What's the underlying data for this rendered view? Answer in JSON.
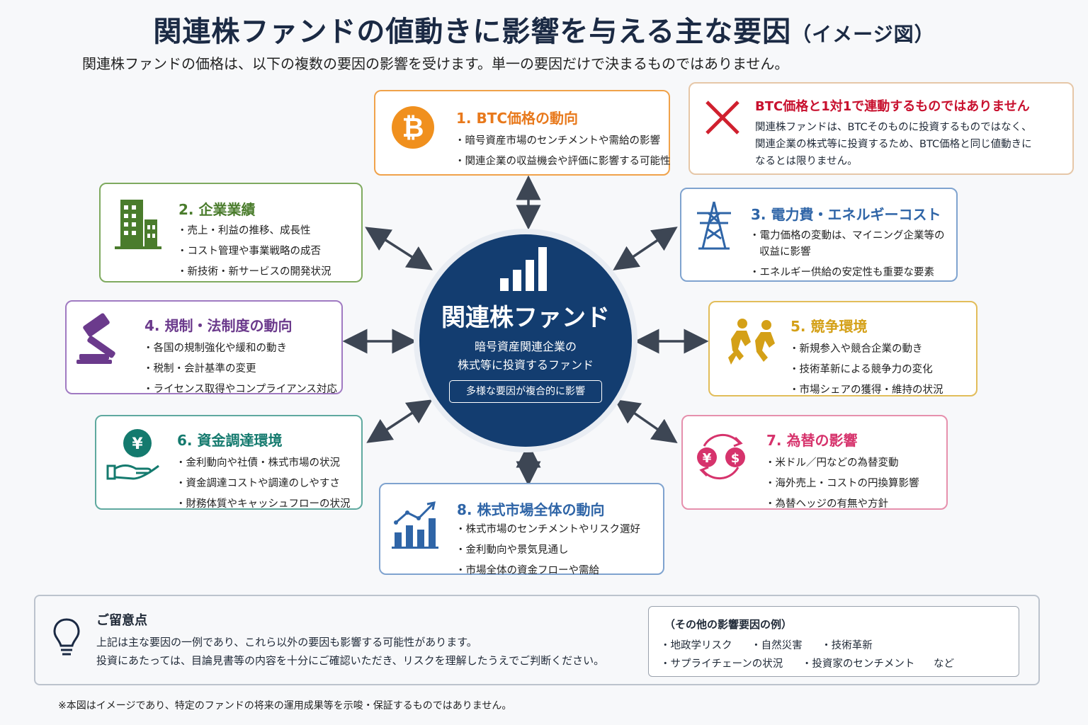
{
  "title": "関連株ファンドの値動きに影響を与える主な要因",
  "title_suffix": "（イメージ図）",
  "intro": "関連株ファンドの価格は、以下の複数の要因の影響を受けます。単一の要因だけで決まるものではありません。",
  "center": {
    "title": "関連株ファンド",
    "subtitle_line1": "暗号資産関連企業の",
    "subtitle_line2": "株式等に投資するファンド",
    "badge": "多様な要因が複合的に影響"
  },
  "warning": {
    "title": "BTC価格と1対1で連動するものではありません",
    "lines": [
      "関連株ファンドは、BTCそのものに投資するものではなく、",
      "関連企業の株式等に投資するため、BTC価格と同じ値動きに",
      "なるとは限りません。"
    ],
    "color": "#c8102e"
  },
  "factors": [
    {
      "title": "1. BTC価格の動向",
      "color": "#e8791c",
      "icon": "bitcoin-icon",
      "items": [
        "暗号資産市場のセンチメントや需給の影響",
        "関連企業の収益機会や評価に影響する可能性"
      ]
    },
    {
      "title": "2. 企業業績",
      "color": "#4a7c2c",
      "icon": "building-icon",
      "items": [
        "売上・利益の推移、成長性",
        "コスト管理や事業戦略の成否",
        "新技術・新サービスの開発状況"
      ]
    },
    {
      "title": "3. 電力費・エネルギーコスト",
      "color": "#2f65a7",
      "icon": "power-tower-icon",
      "items": [
        "電力価格の変動は、マイニング企業等の",
        "エネルギー供給の安定性も重要な要素"
      ],
      "item0_cont": "収益に影響"
    },
    {
      "title": "4. 規制・法制度の動向",
      "color": "#6b3a8c",
      "icon": "gavel-icon",
      "items": [
        "各国の規制強化や緩和の動き",
        "税制・会計基準の変更",
        "ライセンス取得やコンプライアンス対応"
      ]
    },
    {
      "title": "5. 競争環境",
      "color": "#d4a017",
      "icon": "runners-icon",
      "items": [
        "新規参入や競合企業の動き",
        "技術革新による競争力の変化",
        "市場シェアの獲得・維持の状況"
      ]
    },
    {
      "title": "6. 資金調達環境",
      "color": "#147a6e",
      "icon": "yen-hand-icon",
      "items": [
        "金利動向や社債・株式市場の状況",
        "資金調達コストや調達のしやすさ",
        "財務体質やキャッシュフローの状況"
      ]
    },
    {
      "title": "7. 為替の影響",
      "color": "#d6336c",
      "icon": "currency-exchange-icon",
      "items": [
        "米ドル／円などの為替変動",
        "海外売上・コストの円換算影響",
        "為替ヘッジの有無や方針"
      ]
    },
    {
      "title": "8. 株式市場全体の動向",
      "color": "#2f65a7",
      "icon": "growth-chart-icon",
      "items": [
        "株式市場のセンチメントやリスク選好",
        "金利動向や景気見通し",
        "市場全体の資金フローや需給"
      ]
    }
  ],
  "note": {
    "title": "ご留意点",
    "line1": "上記は主な要因の一例であり、これら以外の要因も影響する可能性があります。",
    "line2": "投資にあたっては、目論見書等の内容を十分にご確認いただき、リスクを理解したうえでご判断ください。",
    "icon": "lightbulb-icon"
  },
  "other": {
    "title": "（その他の影響要因の例）",
    "items": [
      "地政学リスク",
      "自然災害",
      "技術革新",
      "サプライチェーンの状況",
      "投資家のセンチメント"
    ],
    "suffix": "など"
  },
  "footnote": "※本図はイメージであり、特定のファンドの将来の運用成果等を示唆・保証するものではありません。"
}
